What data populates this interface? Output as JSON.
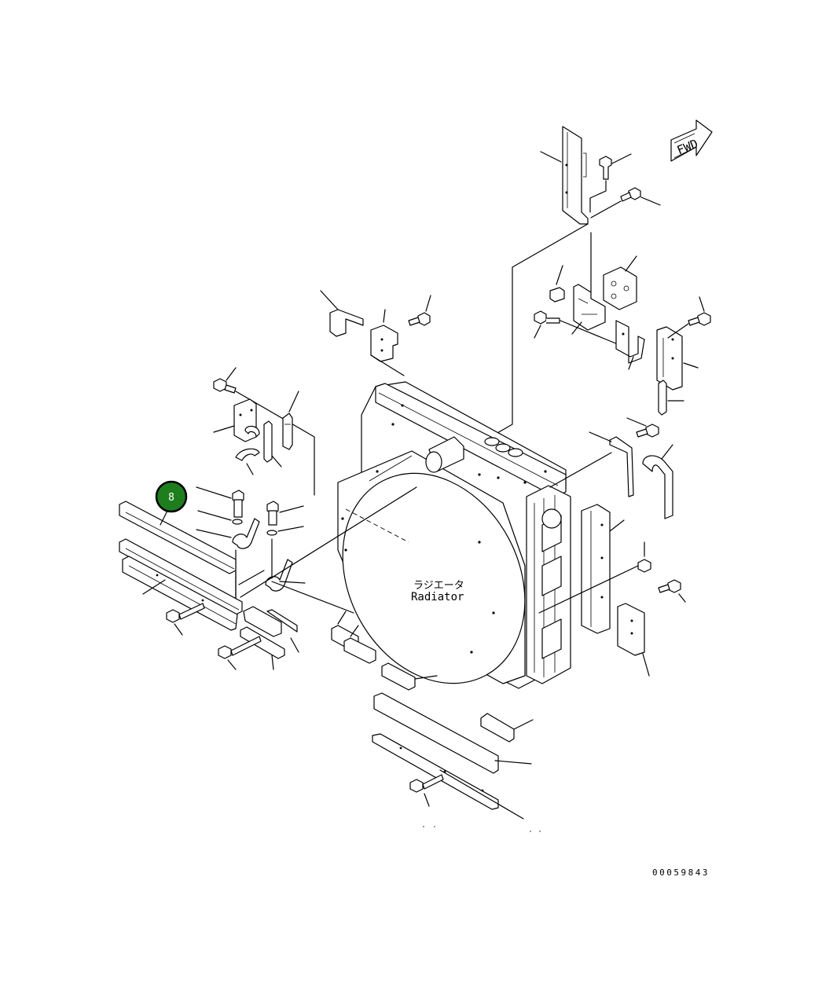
{
  "diagram": {
    "fwd_label": "FWD",
    "radiator_label_jp": "ラジエータ",
    "radiator_label_en": "Radiator",
    "drawing_number": "00059843",
    "callouts": [
      {
        "label": "8",
        "color": "#1e7e1e"
      }
    ]
  }
}
